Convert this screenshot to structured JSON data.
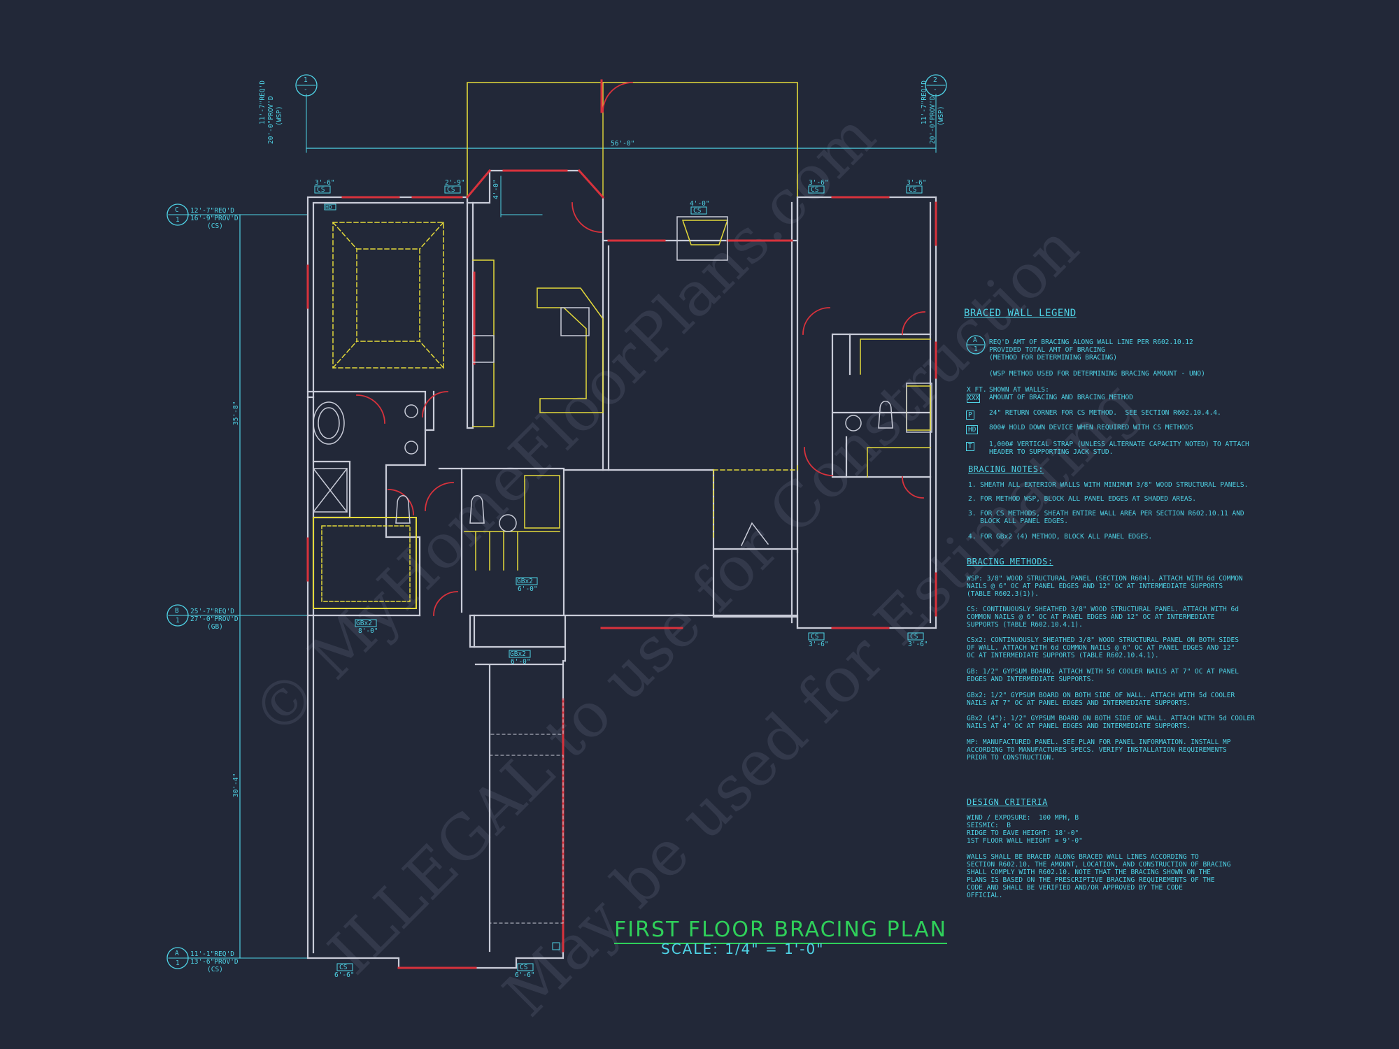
{
  "title": "FIRST FLOOR BRACING PLAN",
  "scale": "SCALE: 1/4\" = 1'-0\"",
  "watermark": {
    "line1": "© MyHomeFloorPlans.com",
    "line2": "ILLEGAL to use for Construction",
    "line3": "May be used for Estimating"
  },
  "grid_lines": {
    "top_1": {
      "id": "1",
      "sheet": "-",
      "req": "11'-7\"REQ'D",
      "provd": "20'-0\"PROV'D",
      "method": "(WSP)"
    },
    "top_2": {
      "id": "2",
      "sheet": "-",
      "req": "11'-7\"REQ'D",
      "provd": "20'-0\"PROV'D",
      "method": "(WSP)"
    },
    "left_c": {
      "id": "C",
      "sheet": "1",
      "req": "12'-7\"REQ'D",
      "provd": "16'-9\"PROV'D",
      "method": "(CS)"
    },
    "left_b": {
      "id": "B",
      "sheet": "1",
      "req": "25'-7\"REQ'D",
      "provd": "27'-0\"PROV'D",
      "method": "(GB)"
    },
    "left_a": {
      "id": "A",
      "sheet": "1",
      "req": "11'-1\"REQ'D",
      "provd": "13'-6\"PROV'D",
      "method": "(CS)"
    }
  },
  "dimensions": {
    "overall": "56'-0\"",
    "upper_left": "35'-8\"",
    "lower_left": "30'-4\"",
    "bay": "4'-0\""
  },
  "panel_tags": [
    {
      "code": "CS",
      "len": "3'-6\""
    },
    {
      "code": "CS",
      "len": "2'-9\""
    },
    {
      "code": "CS",
      "len": "3'-6\""
    },
    {
      "code": "CS",
      "len": "3'-6\""
    },
    {
      "code": "CS",
      "len": "4'-0\""
    },
    {
      "code": "GBx2",
      "len": "6'-0\""
    },
    {
      "code": "GBx2",
      "len": "6'-0\""
    },
    {
      "code": "GBx2",
      "len": "8'-0\""
    },
    {
      "code": "CS",
      "len": "3'-6\""
    },
    {
      "code": "CS",
      "len": "3'-6\""
    },
    {
      "code": "CS",
      "len": "6'-6\""
    },
    {
      "code": "CS",
      "len": "6'-6\""
    },
    {
      "code": "HD",
      "len": ""
    }
  ],
  "legend": {
    "braced_wall_legend": "BRACED WALL LEGEND",
    "items": [
      "REQ'D AMT OF BRACING ALONG WALL LINE PER R602.10.12\nPROVIDED TOTAL AMT OF BRACING\n(METHOD FOR DETERMINING BRACING)",
      "(WSP METHOD USED FOR DETERMINING BRACING AMOUNT - UNO)",
      "SHOWN AT WALLS:\nAMOUNT OF BRACING AND BRACING METHOD",
      "24\" RETURN CORNER FOR CS METHOD.  SEE SECTION R602.10.4.4.",
      "800# HOLD DOWN DEVICE WHEN REQUIRED WITH CS METHODS",
      "1,000# VERTICAL STRAP (UNLESS ALTERNATE CAPACITY NOTED) TO ATTACH\nHEADER TO SUPPORTING JACK STUD."
    ],
    "symbols": [
      "A",
      "1",
      "X FT.",
      "XXX",
      "P",
      "HD",
      "T"
    ]
  },
  "bracing_notes": {
    "header": "BRACING NOTES:",
    "items": [
      "1. SHEATH ALL EXTERIOR WALLS WITH MINIMUM 3/8\" WOOD STRUCTURAL PANELS.",
      "2. FOR METHOD WSP, BLOCK ALL PANEL EDGES AT SHADED AREAS.",
      "3. FOR CS METHODS, SHEATH ENTIRE WALL AREA PER SECTION R602.10.11 AND\n   BLOCK ALL PANEL EDGES.",
      "4. FOR GBx2 (4) METHOD, BLOCK ALL PANEL EDGES."
    ]
  },
  "bracing_methods": {
    "header": "BRACING METHODS:",
    "items": [
      "WSP: 3/8\" WOOD STRUCTURAL PANEL (SECTION R604). ATTACH WITH 6d COMMON\nNAILS @ 6\" OC AT PANEL EDGES AND 12\" OC AT INTERMEDIATE SUPPORTS\n(TABLE R602.3(1)).",
      "CS: CONTINUOUSLY SHEATHED 3/8\" WOOD STRUCTURAL PANEL. ATTACH WITH 6d\nCOMMON NAILS @ 6\" OC AT PANEL EDGES AND 12\" OC AT INTERMEDIATE\nSUPPORTS (TABLE R602.10.4.1).",
      "CSx2: CONTINUOUSLY SHEATHED 3/8\" WOOD STRUCTURAL PANEL ON BOTH SIDES\nOF WALL. ATTACH WITH 6d COMMON NAILS @ 6\" OC AT PANEL EDGES AND 12\"\nOC AT INTERMEDIATE SUPPORTS (TABLE R602.10.4.1).",
      "GB: 1/2\" GYPSUM BOARD. ATTACH WITH 5d COOLER NAILS AT 7\" OC AT PANEL\nEDGES AND INTERMEDIATE SUPPORTS.",
      "GBx2: 1/2\" GYPSUM BOARD ON BOTH SIDE OF WALL. ATTACH WITH 5d COOLER\nNAILS AT 7\" OC AT PANEL EDGES AND INTERMEDIATE SUPPORTS.",
      "GBx2 (4\"): 1/2\" GYPSUM BOARD ON BOTH SIDE OF WALL. ATTACH WITH 5d COOLER\nNAILS AT 4\" OC AT PANEL EDGES AND INTERMEDIATE SUPPORTS.",
      "MP: MANUFACTURED PANEL. SEE PLAN FOR PANEL INFORMATION. INSTALL MP\nACCORDING TO MANUFACTURES SPECS. VERIFY INSTALLATION REQUIREMENTS\nPRIOR TO CONSTRUCTION."
    ]
  },
  "design_criteria": {
    "header": "DESIGN CRITERIA",
    "items": [
      "WIND / EXPOSURE:  100 MPH, B",
      "SEISMIC:  B",
      "RIDGE TO EAVE HEIGHT: 18'-0\"",
      "1ST FLOOR WALL HEIGHT = 9'-0\""
    ],
    "paragraph": "WALLS SHALL BE BRACED ALONG BRACED WALL LINES ACCORDING TO\nSECTION R602.10. THE AMOUNT, LOCATION, AND CONSTRUCTION OF BRACING\nSHALL COMPLY WITH R602.10. NOTE THAT THE BRACING SHOWN ON THE\nPLANS IS BASED ON THE PRESCRIPTIVE BRACING REQUIREMENTS OF THE\nCODE AND SHALL BE VERIFIED AND/OR APPROVED BY THE CODE\nOFFICIAL."
  },
  "colors": {
    "background": "#222838",
    "dimension": "#4fd3e6",
    "wall": "#c9ccd8",
    "bracing": "#d8323c",
    "fixture": "#e3d93a",
    "title": "#2fd05a"
  }
}
